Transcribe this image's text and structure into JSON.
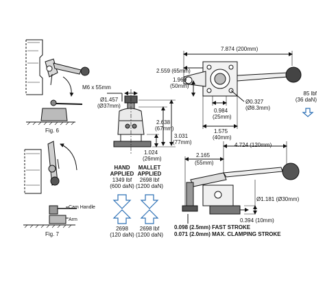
{
  "figures": {
    "fig6": "Fig. 6",
    "fig7": "Fig. 7",
    "cam_handle": "Cam Handle",
    "arm": "Arm"
  },
  "dimensions": {
    "overall_width": "7.874 (200mm)",
    "reach": "2.559 (65mm)",
    "pad_offset_in": "1.969",
    "pad_offset_mm": "(50mm)",
    "bolt_size": "M6 x 55mm",
    "spindle_dia_in": "Ø1.457",
    "spindle_dia_mm": "(Ø37mm)",
    "hole_dia_in": "Ø0.327",
    "hole_dia_mm": "(Ø8.3mm)",
    "base_width_in": "0.984",
    "base_width_mm": "(25mm)",
    "base_depth_in": "1.575",
    "base_depth_mm": "(40mm)",
    "height_a_in": "2.638",
    "height_a_mm": "(67mm)",
    "height_b_in": "3.031",
    "height_b_mm": "(77mm)",
    "base_height_in": "1.024",
    "base_height_mm": "(26mm)",
    "handle_offset_in": "2.165",
    "handle_offset_mm": "(55mm)",
    "handle_length": "4.724 (120mm)",
    "knob_dia": "Ø1.181 (Ø30mm)",
    "base_thick": "0.394 (10mm)"
  },
  "force": {
    "handle_force_lbf": "85 lbf",
    "handle_force_dan": "(36 daN)",
    "hand_title_1": "HAND",
    "hand_title_2": "APPLIED",
    "hand_lbf": "1349 lbf",
    "hand_dan": "(600 daN)",
    "hand_holding": "2698",
    "hand_holding_dan": "(120 daN)",
    "mallet_title_1": "MALLET",
    "mallet_title_2": "APPLIED",
    "mallet_lbf": "2698 lbf",
    "mallet_dan": "(1200 daN)",
    "mallet_holding": "2698 lbf",
    "mallet_holding_dan": "(1200 daN)"
  },
  "strokes": {
    "fast": "0.098 (2.5mm) FAST STROKE",
    "max": "0.071 (2.0mm) MAX. CLAMPING STROKE"
  },
  "colors": {
    "arrow_blue": "#2b6fb5",
    "line": "#111111"
  }
}
